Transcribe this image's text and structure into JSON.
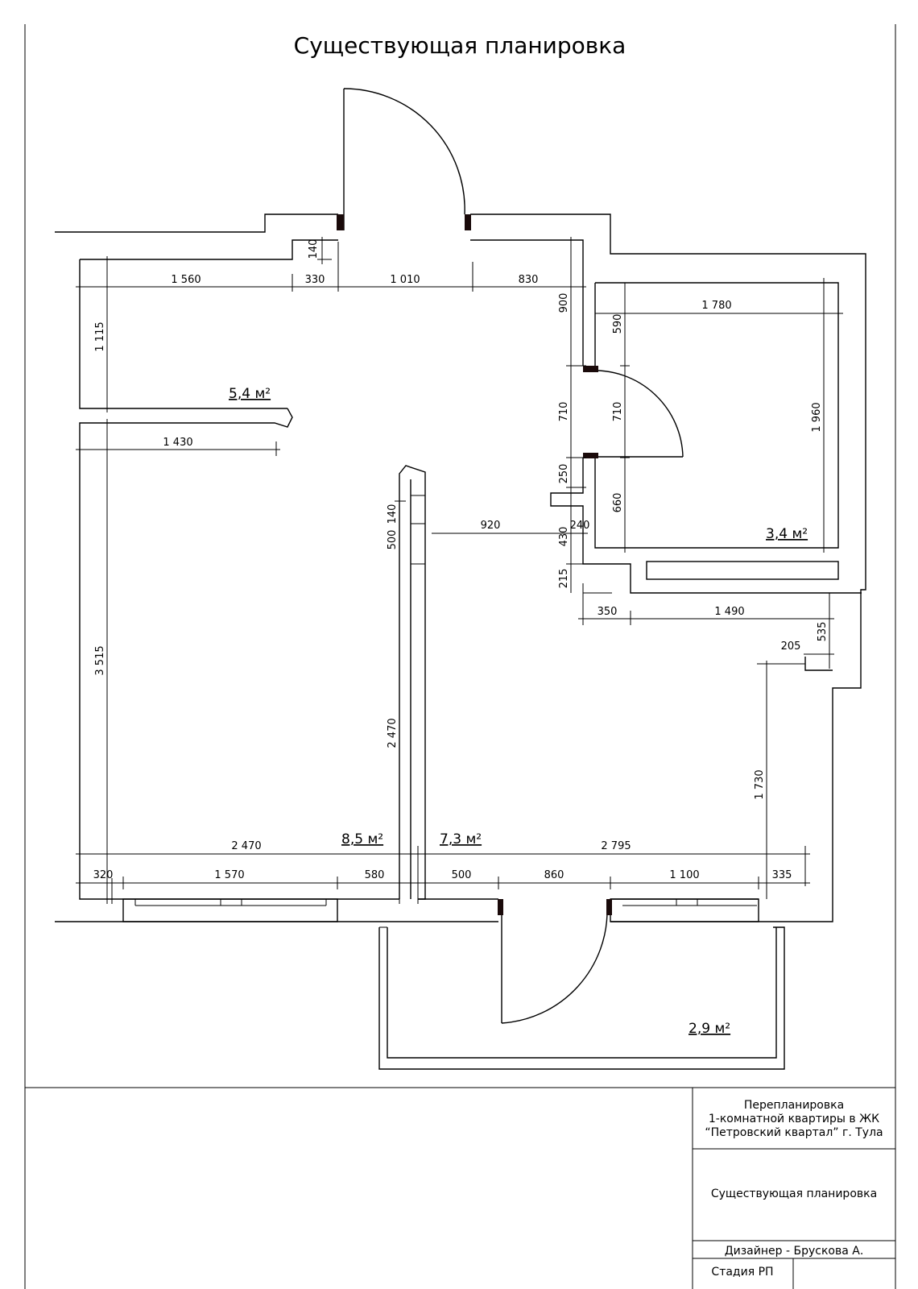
{
  "title": "Существующая планировка",
  "dimensions": {
    "top_1560": "1 560",
    "top_330": "330",
    "top_1010": "1 010",
    "top_830": "830",
    "v_140_top": "140",
    "v_1115": "1 115",
    "h_1430": "1 430",
    "v_3515": "3 515",
    "v_900": "900",
    "v_710_a": "710",
    "v_710_b": "710",
    "v_590": "590",
    "h_1780": "1 780",
    "v_1960": "1 960",
    "v_250": "250",
    "v_660": "660",
    "v_140_mid": "140",
    "v_500": "500",
    "h_920": "920",
    "v_430": "430",
    "h_240": "240",
    "v_215": "215",
    "h_350": "350",
    "h_1490": "1 490",
    "v_535": "535",
    "h_205": "205",
    "v_2470": "2 470",
    "v_1730": "1 730",
    "h_2470": "2 470",
    "h_2795": "2 795",
    "bot_320": "320",
    "bot_1570": "1 570",
    "bot_580": "580",
    "bot_500": "500",
    "bot_860": "860",
    "bot_1100": "1 100",
    "bot_335": "335"
  },
  "areas": {
    "hall": "5,4 м²",
    "bathroom": "3,4 м²",
    "room": "8,5 м²",
    "kitchen": "7,3 м²",
    "balcony": "2,9 м²"
  },
  "title_block": {
    "project_line1": "Перепланировка",
    "project_line2": "1-комнатной квартиры в ЖК",
    "project_line3": "“Петровский квартал” г. Тула",
    "sheet_name": "Существующая планировка",
    "designer": "Дизайнер - Брускова А.",
    "stage": "Стадия РП"
  }
}
